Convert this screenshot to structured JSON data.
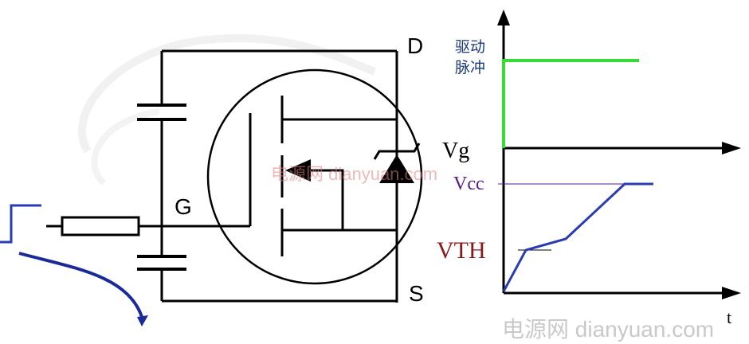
{
  "circuit": {
    "drain_label": "D",
    "gate_label": "G",
    "source_label": "S"
  },
  "waveform": {
    "drive_pulse_label_line1": "驱动",
    "drive_pulse_label_line2": "脉冲",
    "vg_label": "Vg",
    "vcc_label": "Vcc",
    "vth_label": "VTH",
    "time_axis_label": "t"
  },
  "watermarks": {
    "center": "电源网 dianyuan.com",
    "bottom_right": "电源网  dianyuan.com"
  },
  "colors": {
    "line": "#000000",
    "drive_pulse": "#33dd33",
    "vg_curve": "#2a3cb0",
    "current_arrow": "#1a2a9a",
    "vcc_text": "#5a1a8a",
    "vth_text": "#8a1a1a",
    "drive_text": "#1a3a7a",
    "watermark": "#c9c9c9",
    "watermark_center": "#e08080"
  }
}
